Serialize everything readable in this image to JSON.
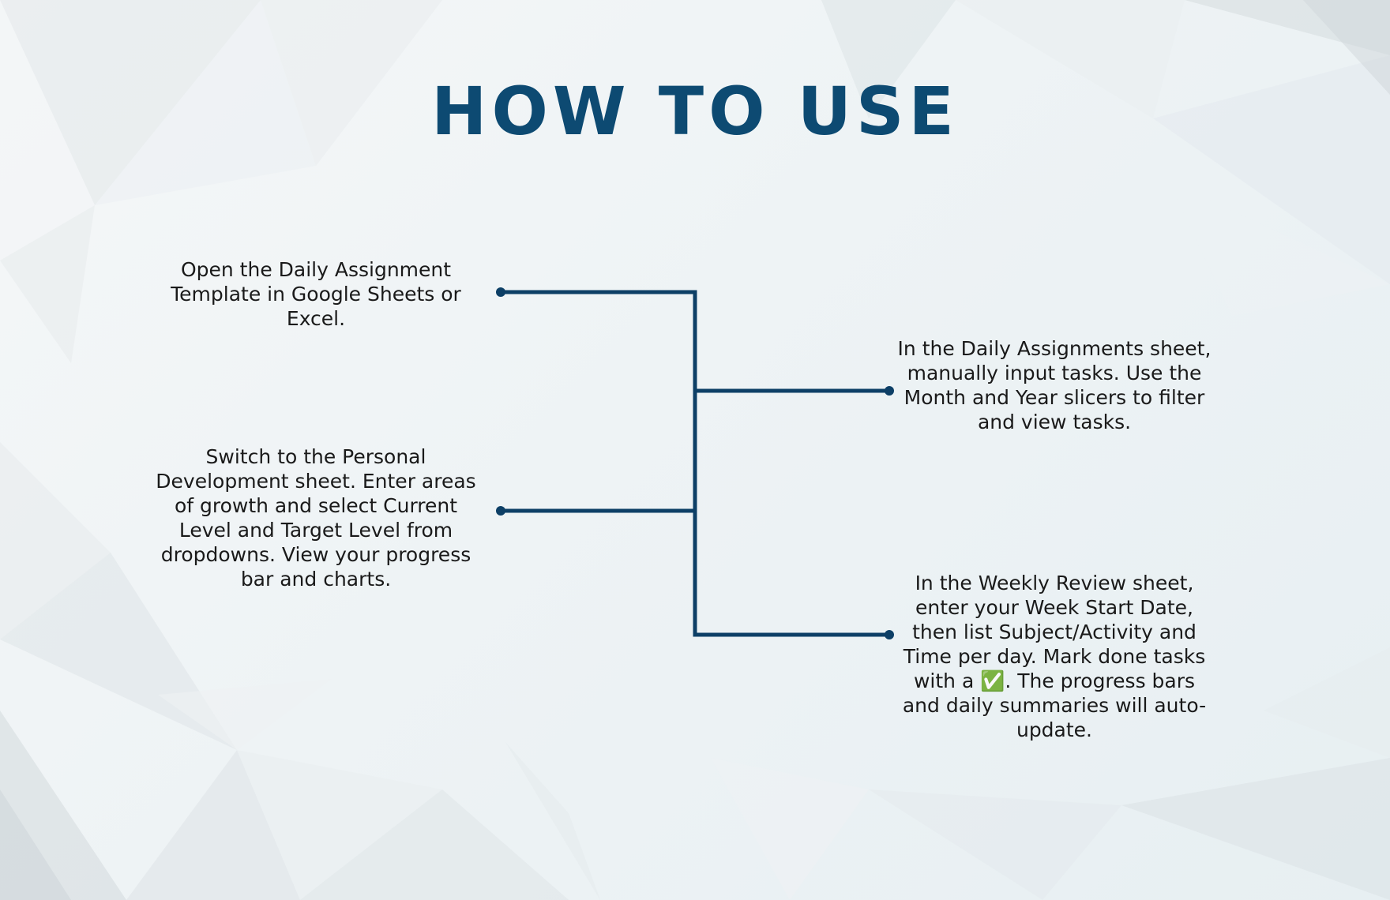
{
  "title": "HOW TO USE",
  "colors": {
    "title": "#0d4a72",
    "connector": "#0d3f66",
    "text": "#1a1a1a"
  },
  "steps": [
    {
      "side": "left",
      "text": "Open the Daily Assignment Template in Google Sheets or Excel."
    },
    {
      "side": "right",
      "text": "In the Daily Assignments sheet, manually input tasks. Use the Month and Year slicers to filter and view tasks."
    },
    {
      "side": "left",
      "text": "Switch to the Personal Development sheet. Enter areas of growth and select Current Level and Target Level from dropdowns. View your progress bar and charts."
    },
    {
      "side": "right",
      "text": "In the Weekly Review sheet, enter your Week Start Date, then list Subject/Activity and Time per day. Mark done tasks with a ✅. The progress bars and daily summaries will auto-update."
    }
  ]
}
